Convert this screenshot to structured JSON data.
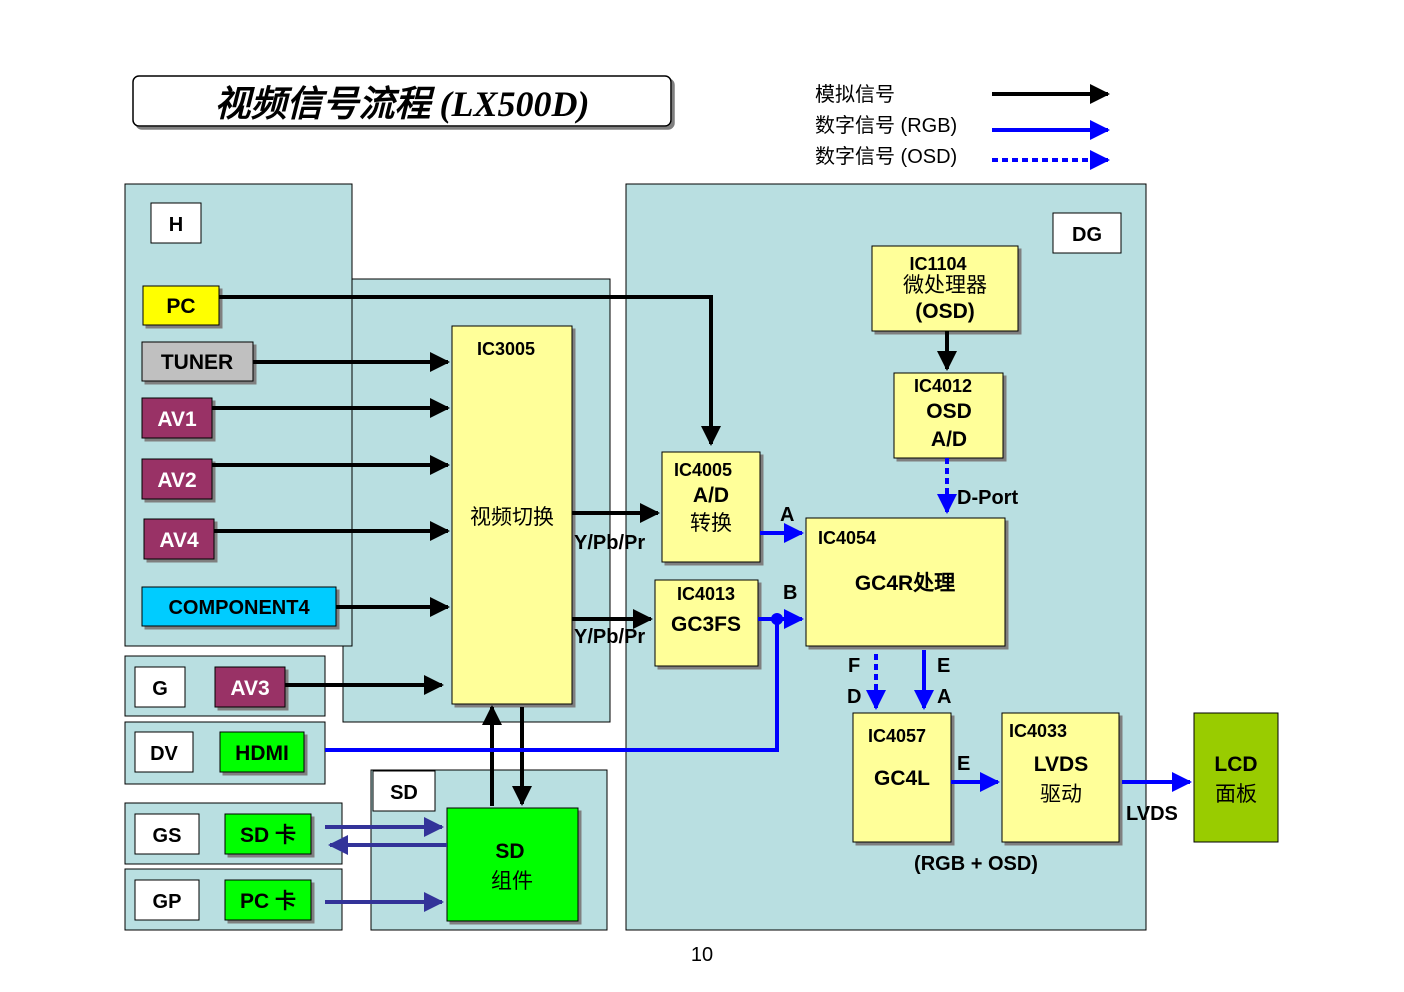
{
  "title": "视频信号流程 (LX500D)",
  "legend": {
    "analog": "模拟信号",
    "digital_rgb": "数字信号 (RGB)",
    "digital_osd": "数字信号 (OSD)"
  },
  "colors": {
    "teal_panel": "#b9dfe1",
    "yellow_block": "#ffff99",
    "pc_yellow": "#ffff00",
    "tuner_gray": "#c0c0c0",
    "av_purple": "#993366",
    "component_cyan": "#00ccff",
    "green": "#00ff00",
    "lcd_green": "#99cc00",
    "analog_line": "#000000",
    "digital_line": "#0000ff",
    "sd_line": "#333399"
  },
  "boards": {
    "h": "H",
    "g": "G",
    "dv": "DV",
    "gs": "GS",
    "gp": "GP",
    "sd": "SD",
    "dg": "DG"
  },
  "inputs": {
    "pc": "PC",
    "tuner": "TUNER",
    "av1": "AV1",
    "av2": "AV2",
    "av4": "AV4",
    "component4": "COMPONENT4",
    "av3": "AV3",
    "hdmi": "HDMI",
    "sd_card": "SD 卡",
    "pc_card": "PC 卡"
  },
  "blocks": {
    "ic3005": {
      "id": "IC3005",
      "desc": "视频切换"
    },
    "ic4005": {
      "id": "IC4005",
      "line1": "A/D",
      "line2": "转换"
    },
    "ic4013": {
      "id": "IC4013",
      "line1": "GC3FS"
    },
    "ic1104": {
      "id": "IC1104",
      "line1": "微处理器",
      "line2": "(OSD)"
    },
    "ic4012": {
      "id": "IC4012",
      "line1": "OSD",
      "line2": "A/D"
    },
    "ic4054": {
      "id": "IC4054",
      "line1": "GC4R处理"
    },
    "ic4057": {
      "id": "IC4057",
      "line1": "GC4L"
    },
    "ic4033": {
      "id": "IC4033",
      "line1": "LVDS",
      "line2": "驱动"
    },
    "sd_module": {
      "line1": "SD",
      "line2": "组件"
    },
    "lcd": {
      "line1": "LCD",
      "line2": "面板"
    }
  },
  "signal_labels": {
    "ypbpr_1": "Y/Pb/Pr",
    "ypbpr_2": "Y/Pb/Pr",
    "a": "A",
    "b": "B",
    "dport": "D-Port",
    "f": "F",
    "d": "D",
    "e1": "E",
    "a2": "A",
    "e2": "E",
    "lvds": "LVDS",
    "rgb_osd": "(RGB + OSD)"
  },
  "page_number": "10"
}
